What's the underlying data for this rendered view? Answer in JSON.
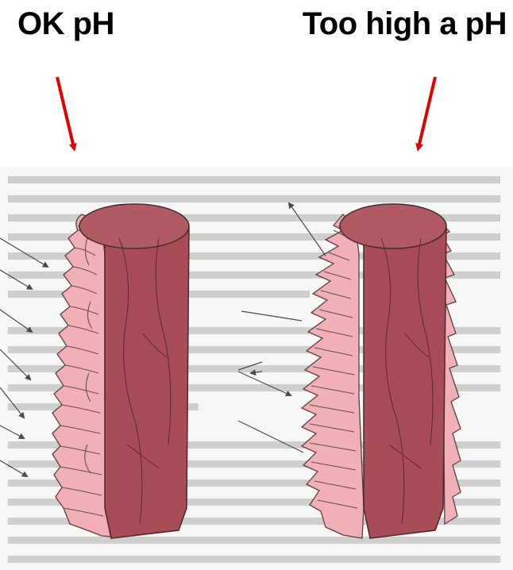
{
  "labels": {
    "left": "OK pH",
    "right": "Too high a pH"
  },
  "figure": {
    "left_hair": "hair-strand-cuticle-closed",
    "right_hair": "hair-strand-cuticle-open"
  },
  "colors": {
    "cortex": "#a84c57",
    "cortex_dark": "#8f3a45",
    "cuticle": "#f1b0b8",
    "cuticle_edge": "#5a4042",
    "arrow_red": "#e10000",
    "page_bg": "#f7f7f6",
    "page_text": "#c9c9c9"
  }
}
